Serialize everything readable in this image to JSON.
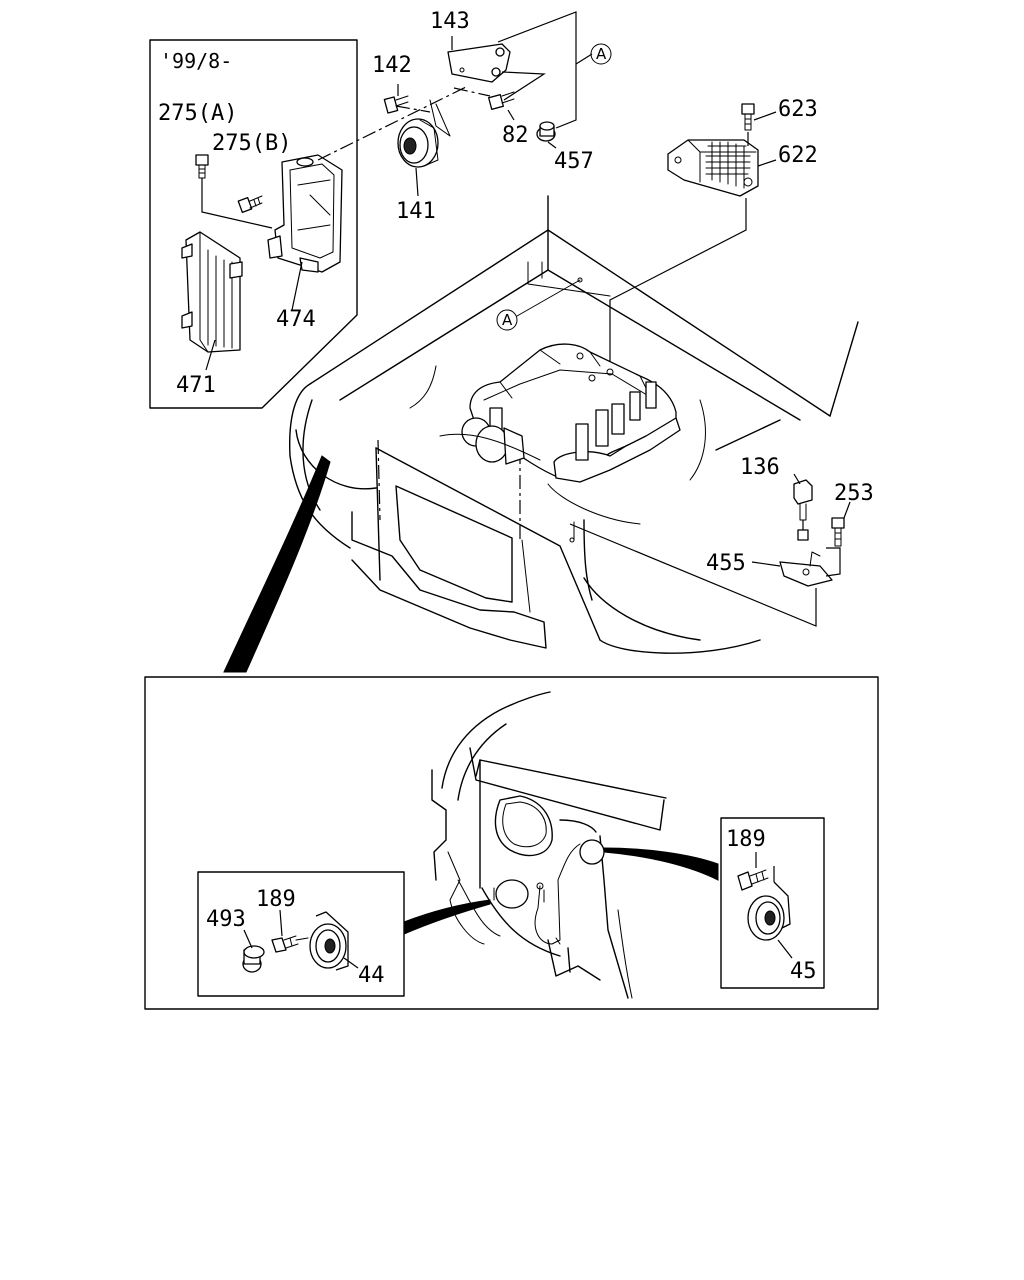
{
  "inset_top": {
    "note": "'99/8-"
  },
  "reference_mark": "A",
  "callouts": {
    "p143": "143",
    "p142": "142",
    "p82": "82",
    "p457": "457",
    "p141": "141",
    "p623": "623",
    "p622": "622",
    "p275a": "275(A)",
    "p275b": "275(B)",
    "p474": "474",
    "p471": "471",
    "p136": "136",
    "p253": "253",
    "p455": "455",
    "p189_right": "189",
    "p45": "45",
    "p189_left": "189",
    "p493": "493",
    "p44": "44"
  }
}
